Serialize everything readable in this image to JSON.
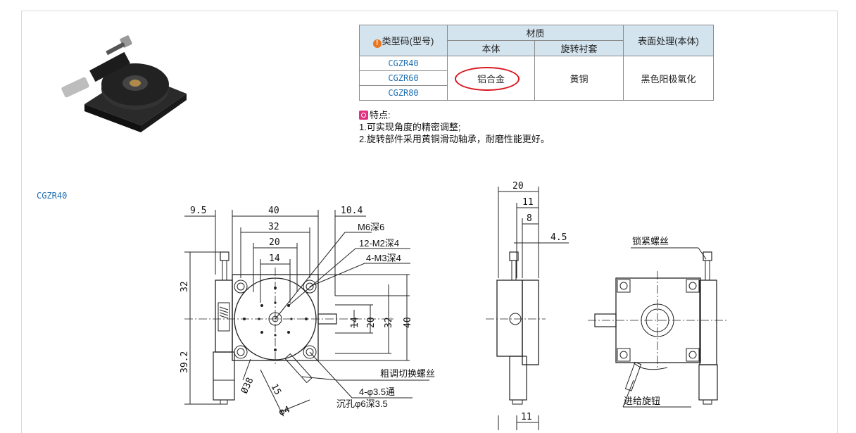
{
  "table": {
    "header_type": "类型码(型号)",
    "header_material": "材质",
    "header_body": "本体",
    "header_bushing": "旋转衬套",
    "header_surface": "表面处理(本体)",
    "codes": [
      "CGZR40",
      "CGZR60",
      "CGZR80"
    ],
    "material_body": "铝合金",
    "material_bushing": "黄铜",
    "surface": "黑色阳极氧化"
  },
  "features": {
    "title": "特点:",
    "items": [
      "1.可实现角度的精密调整;",
      "2.旋转部件采用黄铜滑动轴承，耐磨性能更好。"
    ]
  },
  "model_label": "CGZR40",
  "dims": {
    "d_9_5": "9.5",
    "d_40": "40",
    "d_10_4": "10.4",
    "d_32": "32",
    "d_20": "20",
    "d_14": "14",
    "m6": "M6深6",
    "m2": "12-M2深4",
    "m3": "4-M3深4",
    "v14": "14",
    "v20": "20",
    "v32": "32",
    "v40": "40",
    "left32": "32",
    "left39_2": "39.2",
    "coarse": "粗调切换螺丝",
    "holes1": "4-φ3.5通",
    "holes2": "沉孔φ6深3.5",
    "d38": "Ø38",
    "d15": "15",
    "d4": "φ4",
    "s20": "20",
    "s11": "11",
    "s8": "8",
    "s4_5": "4.5",
    "s11b": "11",
    "lock": "锁紧螺丝",
    "feed": "进给旋钮"
  },
  "colors": {
    "header_bg": "#d3e4ef",
    "code_blue": "#1f6fb3",
    "highlight_red": "#d9161f",
    "feature_pink": "#e0337f",
    "warn_orange": "#e87722"
  }
}
